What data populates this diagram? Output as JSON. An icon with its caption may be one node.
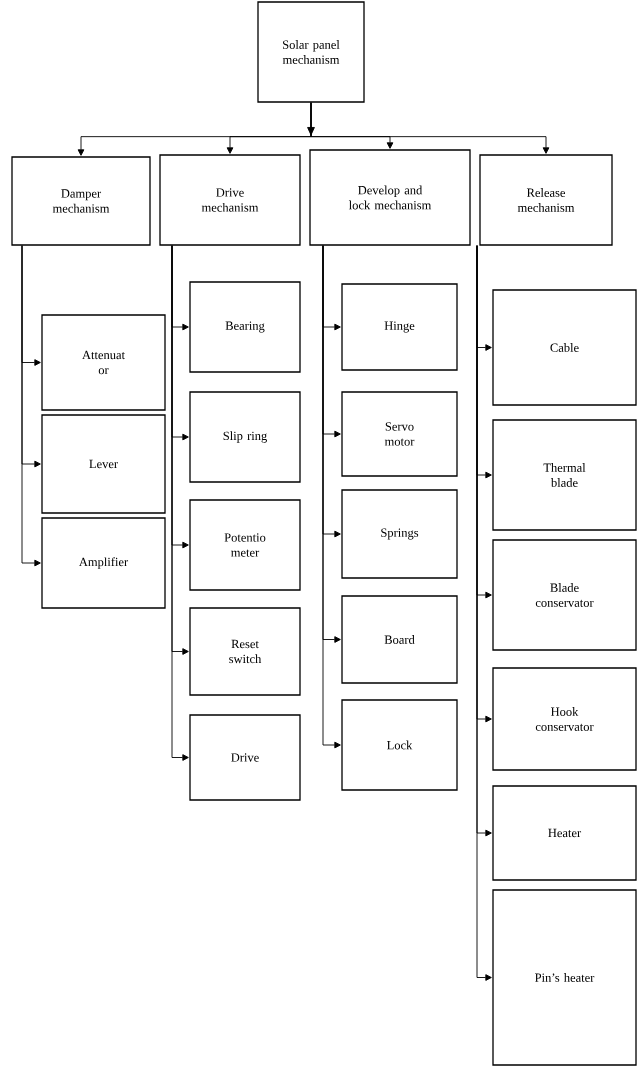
{
  "diagram": {
    "nodes": [
      {
        "text": [
          "Solar panel mechanism"
        ]
      },
      {
        "text": [
          "Damper mechanism"
        ]
      },
      {
        "text": [
          "Drive mechanism"
        ]
      },
      {
        "text": [
          "Develop and lock mechanism"
        ]
      },
      {
        "text": [
          "Release mechanism"
        ]
      },
      {
        "text": [
          "Attenuat or"
        ]
      },
      {
        "text": [
          "Lever"
        ]
      },
      {
        "text": [
          "Amplifier"
        ]
      },
      {
        "text": [
          "Bearing"
        ]
      },
      {
        "text": [
          "Slip ring"
        ]
      },
      {
        "text": [
          "Potentio meter"
        ]
      },
      {
        "text": [
          "Reset switch"
        ]
      },
      {
        "text": [
          "Drive"
        ]
      },
      {
        "text": [
          "Hinge"
        ]
      },
      {
        "text": [
          "Servo motor"
        ]
      },
      {
        "text": [
          "Springs"
        ]
      },
      {
        "text": [
          "Board"
        ]
      },
      {
        "text": [
          "Lock"
        ]
      },
      {
        "text": [
          "Cable"
        ]
      },
      {
        "text": [
          "Thermal blade"
        ]
      },
      {
        "text": [
          "Blade conservator"
        ]
      },
      {
        "text": [
          "Hook conservator"
        ]
      },
      {
        "text": [
          "Heater"
        ]
      },
      {
        "text": [
          "Pin’s heater"
        ]
      }
    ],
    "edges": [
      {
        "from": 0,
        "to": 1,
        "arrow": "to"
      },
      {
        "from": 0,
        "to": 2,
        "arrow": "to"
      },
      {
        "from": 0,
        "to": 3,
        "arrow": "to"
      },
      {
        "from": 0,
        "to": 4,
        "arrow": "to"
      },
      {
        "from": 1,
        "to": 5,
        "arrow": "to"
      },
      {
        "from": 1,
        "to": 6,
        "arrow": "to"
      },
      {
        "from": 1,
        "to": 7,
        "arrow": "to"
      },
      {
        "from": 2,
        "to": 8,
        "arrow": "to"
      },
      {
        "from": 2,
        "to": 9,
        "arrow": "to"
      },
      {
        "from": 2,
        "to": 10,
        "arrow": "to"
      },
      {
        "from": 2,
        "to": 11,
        "arrow": "to"
      },
      {
        "from": 2,
        "to": 12,
        "arrow": "to"
      },
      {
        "from": 3,
        "to": 13,
        "arrow": "to"
      },
      {
        "from": 3,
        "to": 14,
        "arrow": "to"
      },
      {
        "from": 3,
        "to": 15,
        "arrow": "to"
      },
      {
        "from": 3,
        "to": 16,
        "arrow": "to"
      },
      {
        "from": 3,
        "to": 17,
        "arrow": "to"
      },
      {
        "from": 4,
        "to": 18,
        "arrow": "to"
      },
      {
        "from": 4,
        "to": 19,
        "arrow": "to"
      },
      {
        "from": 4,
        "to": 20,
        "arrow": "to"
      },
      {
        "from": 4,
        "to": 21,
        "arrow": "to"
      },
      {
        "from": 4,
        "to": 22,
        "arrow": "to"
      },
      {
        "from": 4,
        "to": 23,
        "arrow": "to"
      }
    ]
  }
}
